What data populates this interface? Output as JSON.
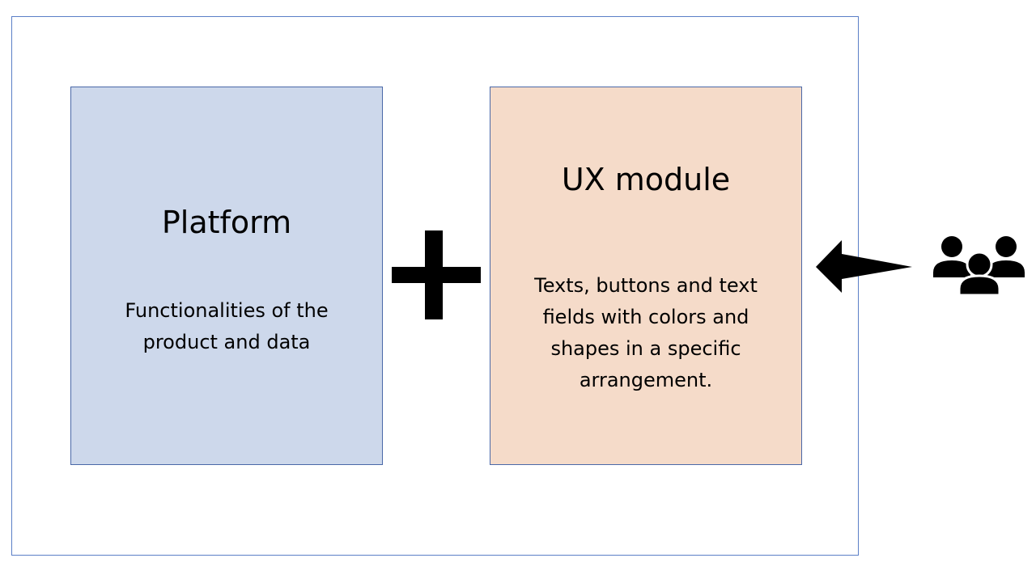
{
  "platform": {
    "title": "Platform",
    "description": "Functionalities of the product and data"
  },
  "ux_module": {
    "title": "UX module",
    "description": "Texts, buttons and text fields with colors and shapes in a specific arrangement."
  },
  "connectors": {
    "combine_symbol": "plus-icon",
    "input_arrow": "arrow-left-icon",
    "users": "users-group-icon"
  },
  "colors": {
    "platform_fill": "#cdd8eb",
    "ux_fill": "#f5dbc9",
    "border": "#4a68a8"
  }
}
